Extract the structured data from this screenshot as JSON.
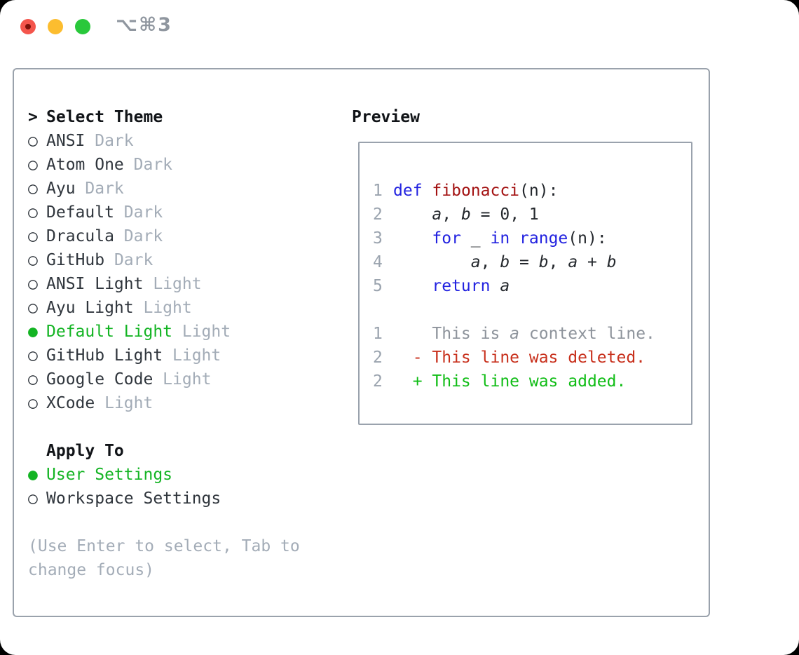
{
  "window": {
    "shortcut_label": "⌥⌘3"
  },
  "traffic_lights": [
    {
      "name": "close",
      "color": "#f4554c",
      "inner_dot": "#7c110a"
    },
    {
      "name": "minimize",
      "color": "#fcbd2f",
      "inner_dot": null
    },
    {
      "name": "zoom",
      "color": "#29c83b",
      "inner_dot": null
    }
  ],
  "theme_picker": {
    "header": {
      "marker": ">",
      "label": "Select Theme"
    },
    "marker_selected": "●",
    "marker_unselected": "○",
    "items": [
      {
        "name": "ANSI",
        "tag": "Dark",
        "selected": false
      },
      {
        "name": "Atom One",
        "tag": "Dark",
        "selected": false
      },
      {
        "name": "Ayu",
        "tag": "Dark",
        "selected": false
      },
      {
        "name": "Default",
        "tag": "Dark",
        "selected": false
      },
      {
        "name": "Dracula",
        "tag": "Dark",
        "selected": false
      },
      {
        "name": "GitHub",
        "tag": "Dark",
        "selected": false
      },
      {
        "name": "ANSI Light",
        "tag": "Light",
        "selected": false
      },
      {
        "name": "Ayu Light",
        "tag": "Light",
        "selected": false
      },
      {
        "name": "Default Light",
        "tag": "Light",
        "selected": true
      },
      {
        "name": "GitHub Light",
        "tag": "Light",
        "selected": false
      },
      {
        "name": "Google Code",
        "tag": "Light",
        "selected": false
      },
      {
        "name": "XCode",
        "tag": "Light",
        "selected": false
      }
    ],
    "apply_to": {
      "label": "Apply To",
      "options": [
        {
          "name": "User Settings",
          "selected": true
        },
        {
          "name": "Workspace Settings",
          "selected": false
        }
      ]
    },
    "hint_lines": [
      "(Use Enter to select, Tab to",
      "change focus)"
    ]
  },
  "preview": {
    "title": "Preview",
    "lines": [
      {
        "num": "1",
        "segments": [
          {
            "t": "def",
            "c": "kw"
          },
          {
            "t": " ",
            "c": "pl"
          },
          {
            "t": "fibonacci",
            "c": "fn"
          },
          {
            "t": "(n):",
            "c": "pl"
          }
        ]
      },
      {
        "num": "2",
        "segments": [
          {
            "t": "    ",
            "c": "pl"
          },
          {
            "t": "a",
            "c": "pl",
            "i": true
          },
          {
            "t": ", ",
            "c": "pl"
          },
          {
            "t": "b",
            "c": "pl",
            "i": true
          },
          {
            "t": " = 0, 1",
            "c": "pl"
          }
        ]
      },
      {
        "num": "3",
        "segments": [
          {
            "t": "    ",
            "c": "pl"
          },
          {
            "t": "for",
            "c": "kw"
          },
          {
            "t": " _ ",
            "c": "pl"
          },
          {
            "t": "in",
            "c": "kw"
          },
          {
            "t": " ",
            "c": "pl"
          },
          {
            "t": "range",
            "c": "kw"
          },
          {
            "t": "(n):",
            "c": "pl"
          }
        ]
      },
      {
        "num": "4",
        "segments": [
          {
            "t": "        ",
            "c": "pl"
          },
          {
            "t": "a",
            "c": "pl",
            "i": true
          },
          {
            "t": ", ",
            "c": "pl"
          },
          {
            "t": "b",
            "c": "pl",
            "i": true
          },
          {
            "t": " = ",
            "c": "pl"
          },
          {
            "t": "b",
            "c": "pl",
            "i": true
          },
          {
            "t": ", ",
            "c": "pl"
          },
          {
            "t": "a",
            "c": "pl",
            "i": true
          },
          {
            "t": " + ",
            "c": "pl"
          },
          {
            "t": "b",
            "c": "pl",
            "i": true
          }
        ]
      },
      {
        "num": "5",
        "segments": [
          {
            "t": "    ",
            "c": "pl"
          },
          {
            "t": "return",
            "c": "kw"
          },
          {
            "t": " ",
            "c": "pl"
          },
          {
            "t": "a",
            "c": "pl",
            "i": true
          }
        ]
      },
      {
        "num": "",
        "segments": []
      },
      {
        "num": "1",
        "segments": [
          {
            "t": "    This is ",
            "c": "ctx"
          },
          {
            "t": "a",
            "c": "ctx",
            "i": true
          },
          {
            "t": " context line.",
            "c": "ctx"
          }
        ]
      },
      {
        "num": "2",
        "segments": [
          {
            "t": "  - This line was deleted.",
            "c": "del"
          }
        ]
      },
      {
        "num": "2",
        "segments": [
          {
            "t": "  + This line was added.",
            "c": "add"
          }
        ]
      }
    ]
  },
  "colors": {
    "near_black": "#111418",
    "item_dark": "#2f353c",
    "code_dark": "#24282d",
    "tag_gray": "#a3acb7",
    "hint_gray": "#a3acb7",
    "ln_gray": "#9aa3ae",
    "ctx_gray": "#8d939b",
    "kw_blue": "#2222e0",
    "fn_red": "#a31212",
    "del_red": "#c8301c",
    "add_green": "#10bd16",
    "sel_green": "#13b423",
    "panel_border": "#9aa2ac",
    "preview_border": "#9aa2ad",
    "shortcut_gray": "#8f969f"
  }
}
